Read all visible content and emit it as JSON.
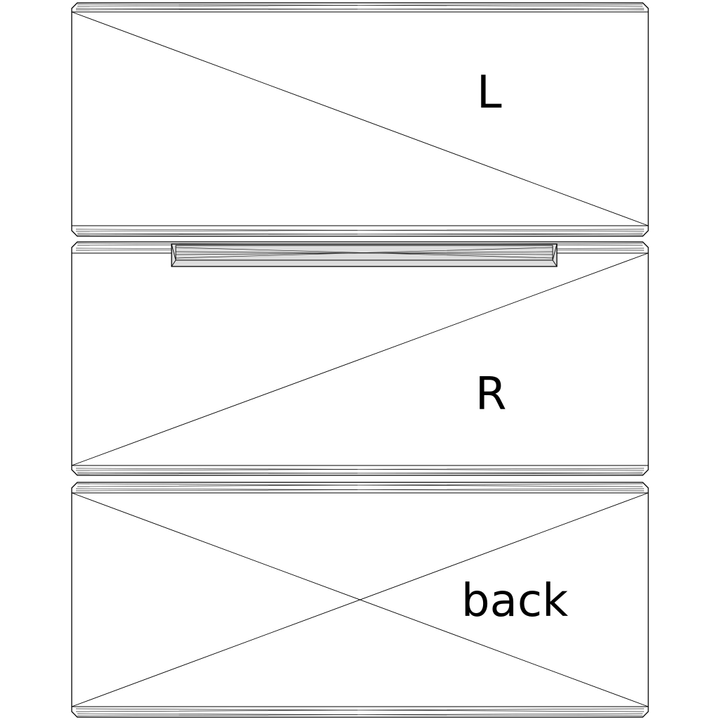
{
  "panels": [
    {
      "id": "left-door",
      "label": "L"
    },
    {
      "id": "right-door",
      "label": "R"
    },
    {
      "id": "back-panel",
      "label": "back"
    }
  ]
}
